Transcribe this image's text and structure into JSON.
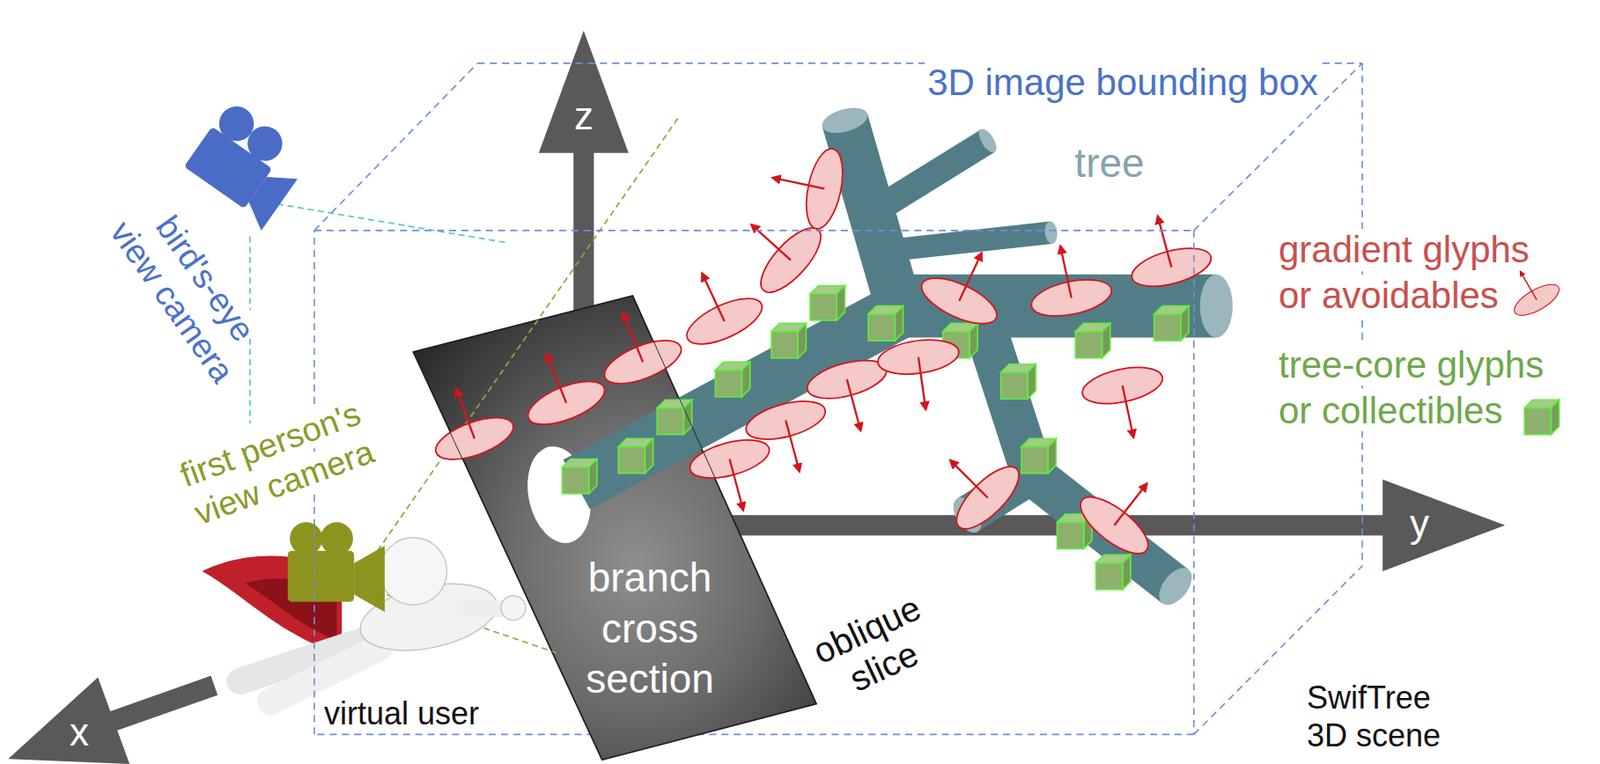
{
  "diagram": {
    "nodes": [
      {
        "text": [
          "3D image bounding box"
        ]
      },
      {
        "text": [
          "branch cross section",
          "oblique slice"
        ]
      }
    ],
    "labels": [
      "z",
      "tree",
      "bird's-eye view camera",
      "first person's view camera",
      "virtual user",
      "x",
      "y",
      "SwifTree 3D scene"
    ],
    "legend": [
      {
        "text": "gradient glyphs or avoidables"
      },
      {
        "text": "tree-core glyphs or collectibles"
      }
    ]
  }
}
